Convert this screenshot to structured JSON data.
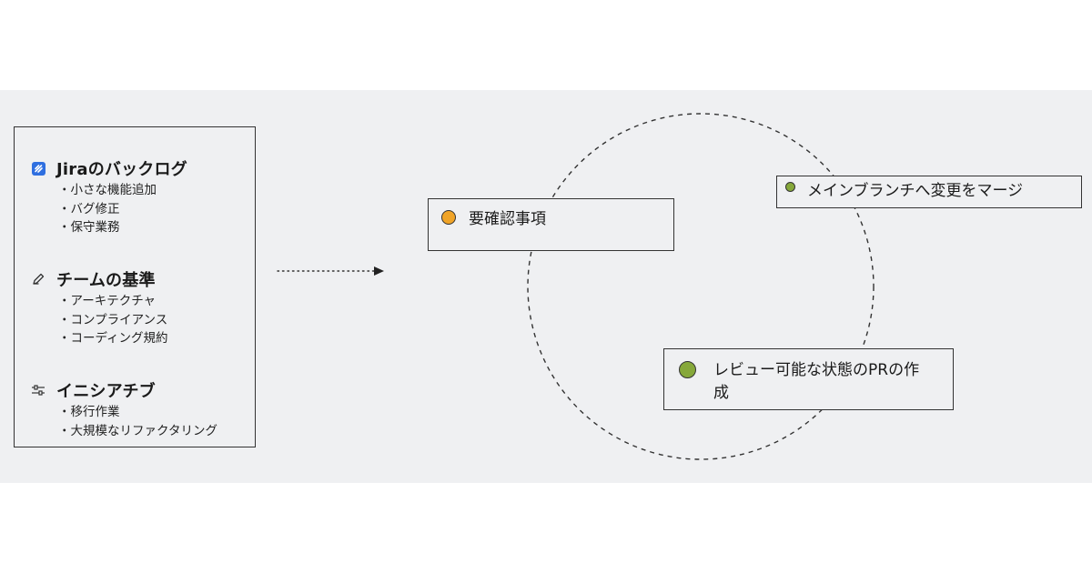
{
  "sections": [
    {
      "icon": "jira-icon",
      "title": "Jiraのバックログ",
      "items": [
        "小さな機能追加",
        "バグ修正",
        "保守業務"
      ]
    },
    {
      "icon": "pencil-icon",
      "title": "チームの基準",
      "items": [
        "アーキテクチャ",
        "コンプライアンス",
        "コーディング規約"
      ]
    },
    {
      "icon": "sliders-icon",
      "title": "イニシアチブ",
      "items": [
        "移行作業",
        "大規模なリファクタリング"
      ]
    }
  ],
  "steps": {
    "requirements": {
      "label": "要確認事項",
      "color": "#f0a428"
    },
    "pr": {
      "label": "レビュー可能な状態のPRの作成",
      "color": "#86a83a"
    },
    "merge": {
      "label": "メインブランチへ変更をマージ",
      "color": "#86a83a"
    }
  },
  "colors": {
    "band": "#eff0f2",
    "border": "#333333",
    "jira": "#2f6fe0"
  }
}
